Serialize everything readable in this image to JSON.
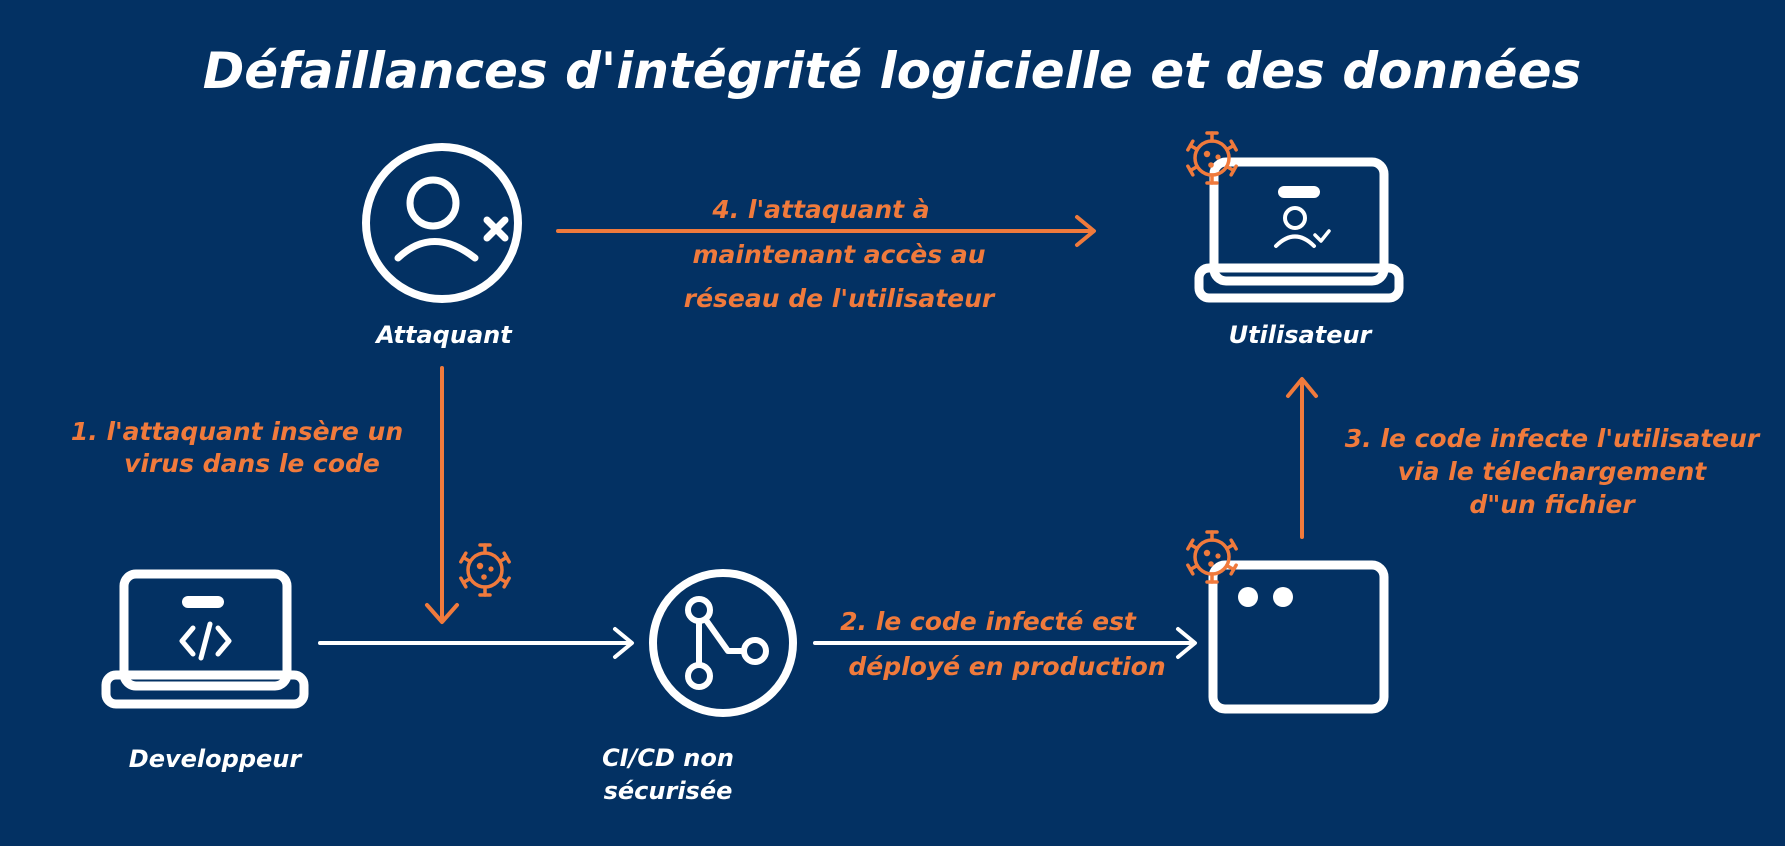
{
  "title": "Défaillances d'intégrité logicielle et des données",
  "nodes": {
    "attacker": {
      "label": "Attaquant"
    },
    "user": {
      "label": "Utilisateur"
    },
    "developer": {
      "label": "Developpeur"
    },
    "cicd": {
      "label_lines": [
        "CI/CD non",
        "sécurisée"
      ]
    }
  },
  "steps": {
    "step1": {
      "lines": [
        "1. l'attaquant insère un",
        "virus dans le code"
      ]
    },
    "step2": {
      "lines": [
        "2. le code infecté est",
        "déployé en production"
      ]
    },
    "step3": {
      "lines": [
        "3. le code infecte l'utilisateur",
        "via le télechargement",
        "d\"un fichier"
      ]
    },
    "step4": {
      "lines": [
        "4. l'attaquant à",
        "maintenant accès au",
        "réseau de l'utilisateur"
      ]
    }
  },
  "colors": {
    "background": "#033163",
    "icon": "#ffffff",
    "accent": "#f07a3c"
  },
  "icons": {
    "attacker": "user-x-icon",
    "user": "laptop-user-check-icon",
    "developer": "laptop-code-icon",
    "cicd": "git-branch-icon",
    "production": "browser-window-icon",
    "virus": "virus-icon"
  }
}
